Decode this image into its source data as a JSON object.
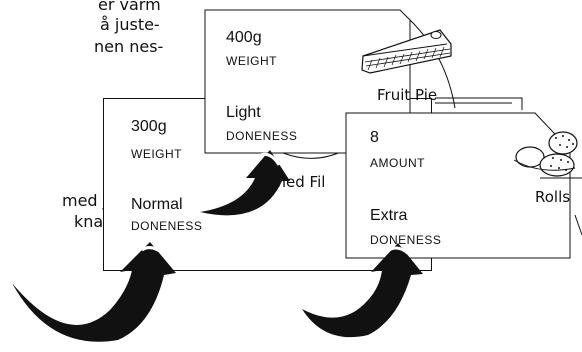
{
  "background_text": {
    "line1": "er varm",
    "line2": "å juste-",
    "line3": "nen nes-",
    "line4": "med juste-",
    "line5": "knappen."
  },
  "screens": {
    "normal": {
      "weight_value": "300g",
      "weight_label": "WEIGHT",
      "doneness_value": "Normal",
      "doneness_label": "DONENESS",
      "food_name": "eamed Fil"
    },
    "light": {
      "weight_value": "400g",
      "weight_label": "WEIGHT",
      "doneness_value": "Light",
      "doneness_label": "DONENESS",
      "food_name": "Fruit Pie"
    },
    "extra": {
      "amount_value": "8",
      "amount_label": "AMOUNT",
      "doneness_value": "Extra",
      "doneness_label": "DONENESS",
      "food_name": "Rolls"
    }
  },
  "icons": [
    "pie-slice-icon",
    "rolls-icon",
    "curved-arrow-icon"
  ]
}
